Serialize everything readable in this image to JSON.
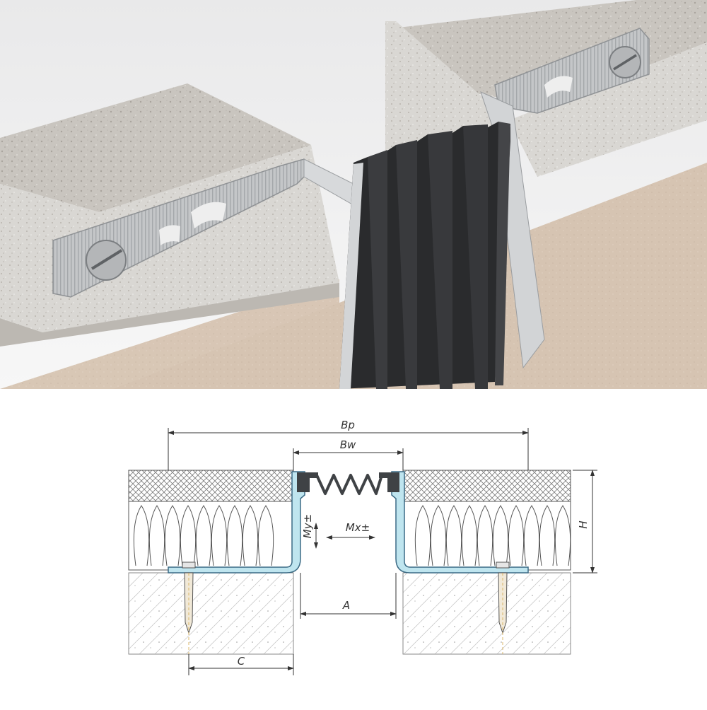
{
  "render": {
    "subject": "expansion-joint-3d-render"
  },
  "dimensions": {
    "bp": "Bp",
    "bw": "Bw",
    "h": "H",
    "my": "My±",
    "mx": "Mx±",
    "a": "A",
    "c": "C"
  },
  "colors": {
    "profile": "#bfe5ef",
    "profile_stroke": "#3c6b85",
    "seal": "#3f4245",
    "concrete_slab": "#cfcbc4",
    "wall_plaster": "#d8c6b4",
    "aluminium": "#c9cbcd",
    "rubber": "#2a2b2d"
  }
}
